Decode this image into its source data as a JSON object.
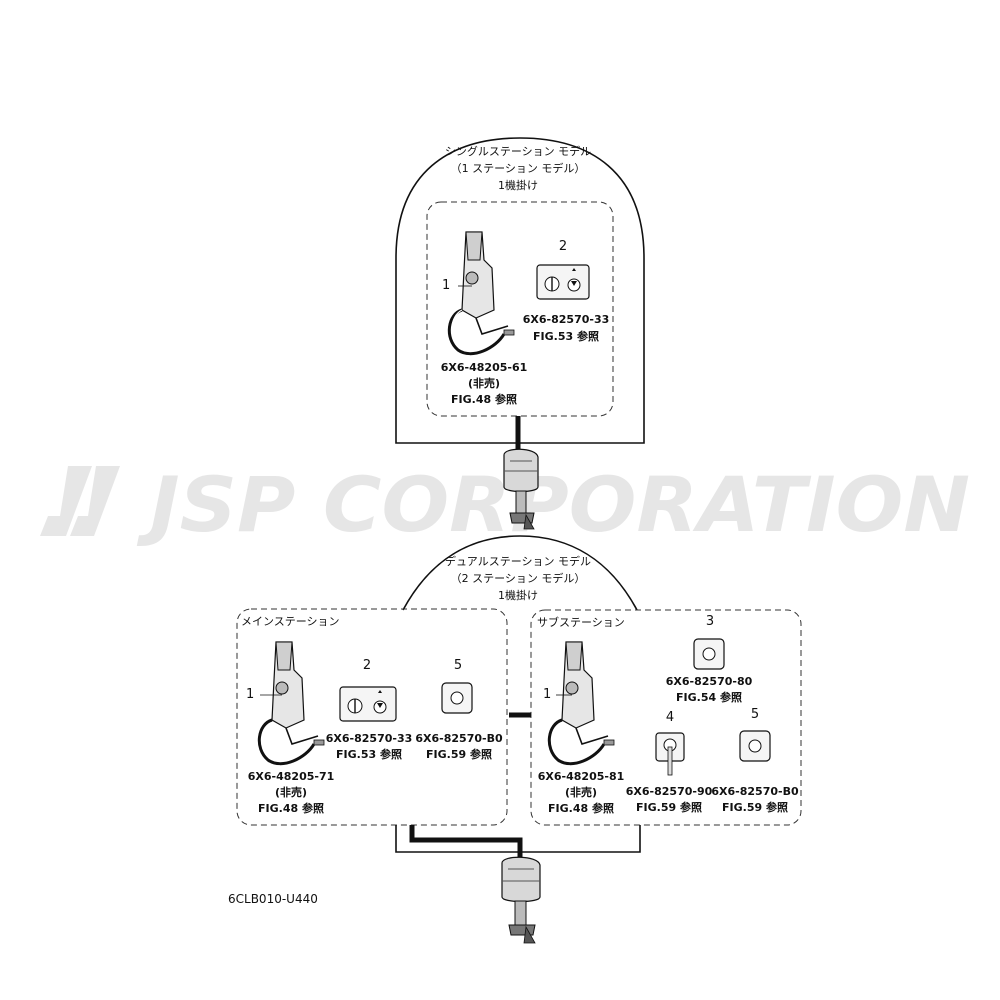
{
  "watermark": {
    "text": "JSP CORPORATION"
  },
  "single_station": {
    "title": "シングルステーション モデル",
    "subtitle": "（1 ステーション モデル）",
    "note": "1機掛け",
    "remote_control": {
      "number": "1",
      "part_no": "6X6-48205-61",
      "note": "(非売)",
      "ref": "FIG.48 参照"
    },
    "switch_panel": {
      "number": "2",
      "part_no": "6X6-82570-33",
      "ref": "FIG.53 参照"
    }
  },
  "dual_station": {
    "title": "デュアルステーション モデル",
    "subtitle": "（2 ステーション モデル）",
    "note": "1機掛け",
    "main_station": {
      "label": "メインステーション",
      "remote_control": {
        "number": "1",
        "part_no": "6X6-48205-71",
        "note": "(非売)",
        "ref": "FIG.48 参照"
      },
      "switch_panel": {
        "number": "2",
        "part_no": "6X6-82570-33",
        "ref": "FIG.53 参照"
      },
      "stop_switch": {
        "number": "5",
        "part_no": "6X6-82570-B0",
        "ref": "FIG.59 参照"
      }
    },
    "sub_station": {
      "label": "サブステーション",
      "remote_control": {
        "number": "1",
        "part_no": "6X6-48205-81",
        "note": "(非売)",
        "ref": "FIG.48 参照"
      },
      "switch_3": {
        "number": "3",
        "part_no": "6X6-82570-80",
        "ref": "FIG.54 参照"
      },
      "switch_4": {
        "number": "4",
        "part_no": "6X6-82570-90",
        "ref": "FIG.59 参照"
      },
      "switch_5": {
        "number": "5",
        "part_no": "6X6-82570-B0",
        "ref": "FIG.59 参照"
      }
    }
  },
  "drawing_code": "6CLB010-U440"
}
